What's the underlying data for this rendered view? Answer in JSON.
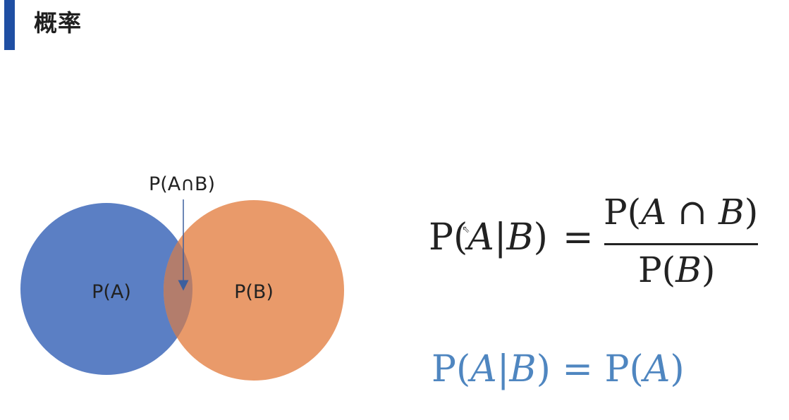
{
  "slide": {
    "title": "概率",
    "accent_color": "#1f4fa3"
  },
  "venn": {
    "left_circle": {
      "label": "P(A)",
      "color": "#5b7fc4"
    },
    "right_circle": {
      "label": "P(B)",
      "color": "#e99a6a"
    },
    "intersection": {
      "label": "P(A∩B)",
      "color": "#b37d6c",
      "arrow_color": "#3c5f9e"
    }
  },
  "formula_conditional": {
    "lhs_prefix": "P(",
    "lhs_a": "A",
    "lhs_bar": "|",
    "lhs_b": "B",
    "lhs_suffix": ")",
    "equals": "=",
    "numerator_prefix": "P(",
    "numerator_a": "A",
    "numerator_op": " ∩ ",
    "numerator_b": "B",
    "numerator_suffix": ")",
    "denominator_prefix": "P(",
    "denominator_b": "B",
    "denominator_suffix": ")",
    "color": "#222222"
  },
  "formula_independence": {
    "p1": "P(",
    "a1": "A",
    "bar": "|",
    "b1": "B",
    "close1": ")",
    "equals": " = ",
    "p2": "P(",
    "a2": "A",
    "close2": ")",
    "color": "#4f86c0"
  },
  "cursor": {
    "icon": "mouse-pointer-icon"
  }
}
